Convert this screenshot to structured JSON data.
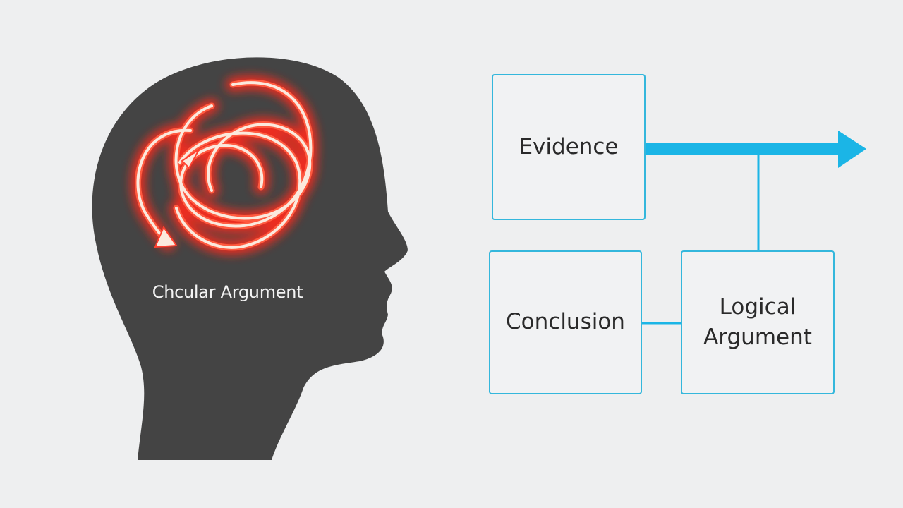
{
  "head": {
    "label": "Chcular Argument",
    "silhouette_color": "#444444",
    "loop_glow_color": "#ff2a1a",
    "loop_core_color": "#fbe9dd"
  },
  "flow": {
    "accent_color": "#1bb5e6",
    "boxes": {
      "evidence": "Evidence",
      "conclusion": "Conclusion",
      "logical_argument": "Logical Argument"
    }
  }
}
